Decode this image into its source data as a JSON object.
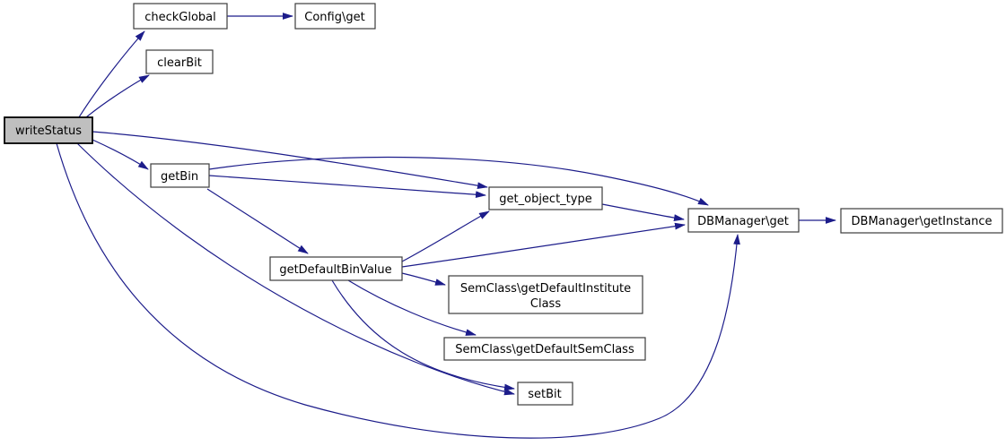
{
  "diagram": {
    "kind": "call-graph",
    "colors": {
      "background": "#ffffff",
      "edge": "#1c1c8a",
      "node_fill": "#ffffff",
      "node_border": "#3d3d3d",
      "highlight_fill": "#bfbfbf",
      "highlight_border": "#000000",
      "text": "#000000"
    },
    "nodes": {
      "writeStatus": {
        "label": "writeStatus",
        "highlighted": true
      },
      "checkGlobal": {
        "label": "checkGlobal",
        "highlighted": false
      },
      "configGet": {
        "label": "Config\\get",
        "highlighted": false
      },
      "clearBit": {
        "label": "clearBit",
        "highlighted": false
      },
      "getBin": {
        "label": "getBin",
        "highlighted": false
      },
      "getObjectType": {
        "label": "get_object_type",
        "highlighted": false
      },
      "getDefaultBinValue": {
        "label": "getDefaultBinValue",
        "highlighted": false
      },
      "semClassGetDefaultInstituteClass": {
        "label_line1": "SemClass\\getDefaultInstitute",
        "label_line2": "Class",
        "highlighted": false
      },
      "semClassGetDefaultSemClass": {
        "label": "SemClass\\getDefaultSemClass",
        "highlighted": false
      },
      "setBit": {
        "label": "setBit",
        "highlighted": false
      },
      "dbManagerGet": {
        "label": "DBManager\\get",
        "highlighted": false
      },
      "dbManagerGetInstance": {
        "label": "DBManager\\getInstance",
        "highlighted": false
      }
    },
    "edges": [
      {
        "from": "writeStatus",
        "to": "checkGlobal"
      },
      {
        "from": "writeStatus",
        "to": "clearBit"
      },
      {
        "from": "writeStatus",
        "to": "getBin"
      },
      {
        "from": "writeStatus",
        "to": "get_object_type"
      },
      {
        "from": "writeStatus",
        "to": "setBit"
      },
      {
        "from": "writeStatus",
        "to": "DBManager\\get"
      },
      {
        "from": "checkGlobal",
        "to": "Config\\get"
      },
      {
        "from": "getBin",
        "to": "get_object_type"
      },
      {
        "from": "getBin",
        "to": "getDefaultBinValue"
      },
      {
        "from": "getBin",
        "to": "DBManager\\get"
      },
      {
        "from": "getDefaultBinValue",
        "to": "get_object_type"
      },
      {
        "from": "getDefaultBinValue",
        "to": "DBManager\\get"
      },
      {
        "from": "getDefaultBinValue",
        "to": "SemClass\\getDefaultInstituteClass"
      },
      {
        "from": "getDefaultBinValue",
        "to": "SemClass\\getDefaultSemClass"
      },
      {
        "from": "getDefaultBinValue",
        "to": "setBit"
      },
      {
        "from": "get_object_type",
        "to": "DBManager\\get"
      },
      {
        "from": "DBManager\\get",
        "to": "DBManager\\getInstance"
      }
    ]
  }
}
